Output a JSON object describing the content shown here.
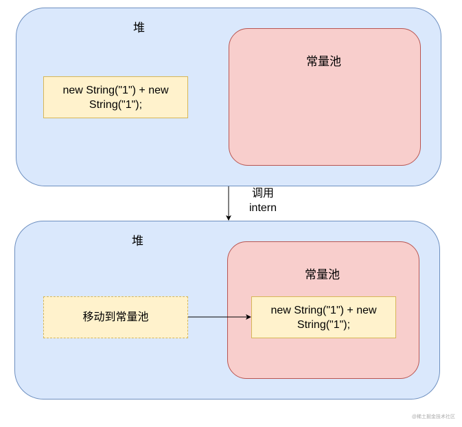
{
  "top_panel": {
    "heap_label": "堆",
    "pool_label": "常量池",
    "expression": "new String(\"1\") + new String(\"1\");"
  },
  "connector": {
    "label": "调用\nintern"
  },
  "bottom_panel": {
    "heap_label": "堆",
    "pool_label": "常量池",
    "moved_note": "移动到常量池",
    "expression": "new String(\"1\") + new String(\"1\");"
  },
  "colors": {
    "heap_fill": "#dae8fc",
    "heap_stroke": "#6c8ebf",
    "pool_fill": "#f8cecc",
    "pool_stroke": "#b85450",
    "note_fill": "#fff2cc",
    "note_stroke": "#d6b656"
  },
  "watermark": "@稀土掘金技术社区"
}
